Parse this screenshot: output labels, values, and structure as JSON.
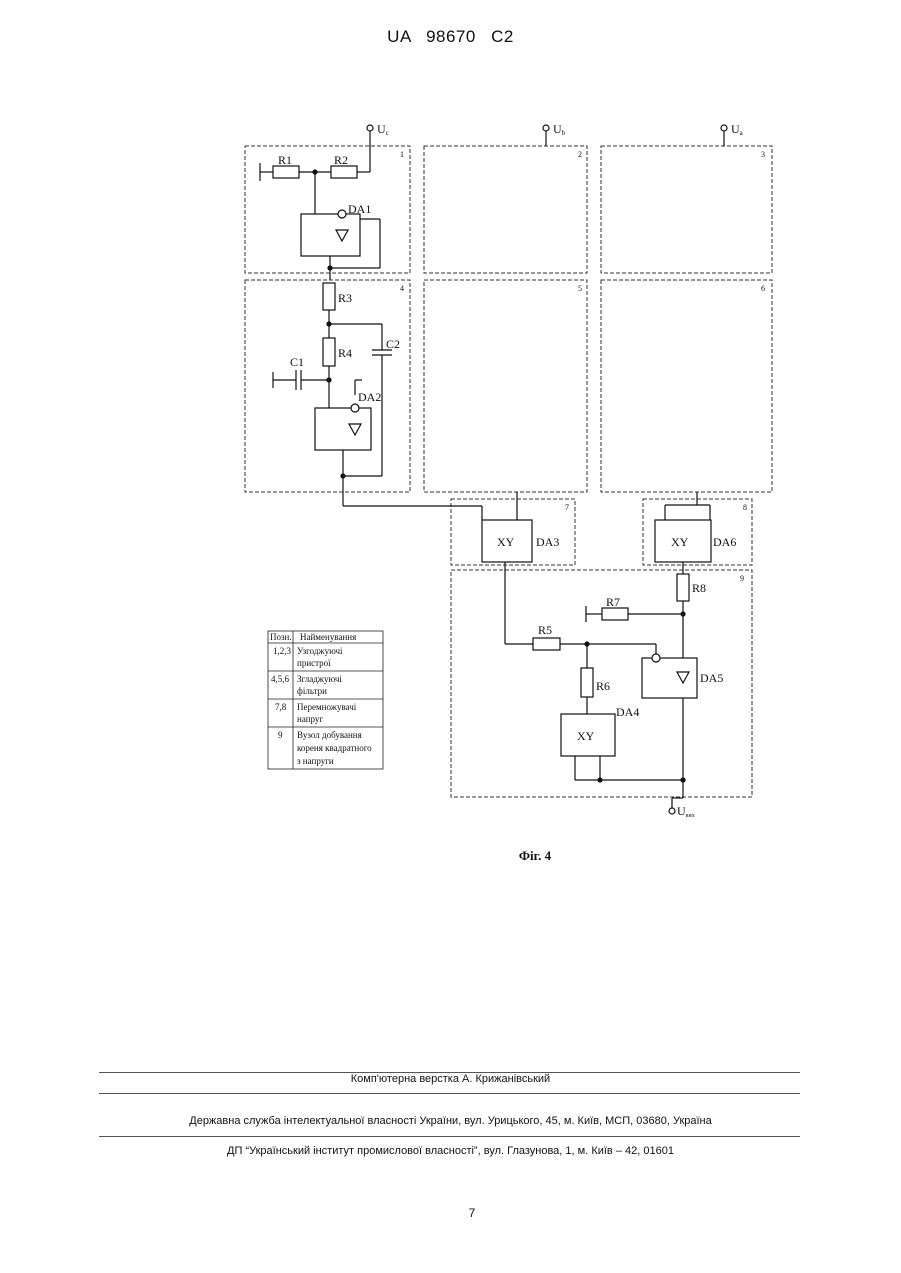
{
  "header": {
    "patent_number": "UA   98670   C2"
  },
  "diagram": {
    "block_numbers": [
      "1",
      "2",
      "3",
      "4",
      "5",
      "6",
      "7",
      "8",
      "9"
    ],
    "terminals": {
      "uc": "U",
      "uc_sub": "c",
      "ub": "U",
      "ub_sub": "b",
      "ua": "U",
      "ua_sub": "a",
      "uout": "U",
      "uout_sub": "вих"
    },
    "components": {
      "r1": "R1",
      "r2": "R2",
      "r3": "R3",
      "r4": "R4",
      "r5": "R5",
      "r6": "R6",
      "r7": "R7",
      "r8": "R8",
      "c1": "C1",
      "c2": "C2",
      "da1": "DA1",
      "da2": "DA2",
      "da3": "DA3",
      "da4": "DA4",
      "da5": "DA5",
      "da6": "DA6",
      "xy": "XY"
    },
    "legend": {
      "headers": [
        "Позн.",
        "Найменування"
      ],
      "rows": [
        {
          "pos": "1,2,3",
          "name_lines": [
            "Узгоджуючі",
            "пристрої"
          ]
        },
        {
          "pos": "4,5,6",
          "name_lines": [
            "Згладжуючі",
            "фільтри"
          ]
        },
        {
          "pos": "7,8",
          "name_lines": [
            "Перемножувачі",
            "напруг"
          ]
        },
        {
          "pos": "9",
          "name_lines": [
            "Вузол добування",
            "кореня квадратного",
            "з напруги"
          ]
        }
      ]
    }
  },
  "figure_caption": "Фіг. 4",
  "footer": {
    "compositor": "Комп'ютерна верстка А. Крижанівський",
    "office": "Державна служба інтелектуальної власності України, вул. Урицького, 45, м. Київ, МСП, 03680, Україна",
    "institute": "ДП “Український інститут промислової власності”, вул. Глазунова, 1, м. Київ – 42, 01601"
  },
  "page_number": "7"
}
